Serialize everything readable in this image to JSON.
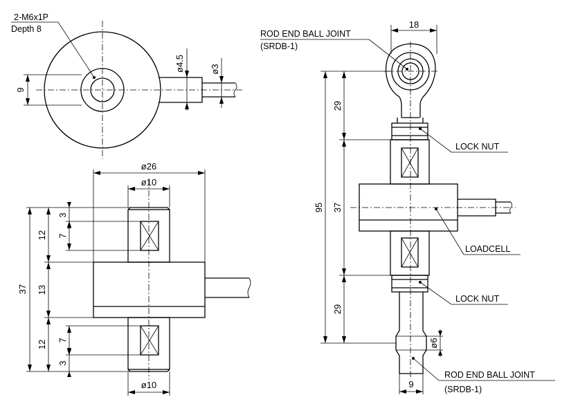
{
  "top_view": {
    "thread_note": "2-M6x1P",
    "depth_note": "Depth 8",
    "dim_height": "9",
    "dim_dia_large": "ø4.5",
    "dim_dia_small": "ø3"
  },
  "front_view": {
    "dim_body_dia": "ø26",
    "dim_top_stud_dia": "ø10",
    "dim_bottom_stud_dia": "ø10",
    "dim_total": "37",
    "dim_stud_top": "12",
    "dim_body": "13",
    "dim_stud_bottom": "12",
    "dim_gap_top": "3",
    "dim_flat_top": "7",
    "dim_flat_bottom": "7",
    "dim_gap_bottom": "3"
  },
  "assembly_view": {
    "rod_end_top_label": "ROD END BALL JOINT",
    "rod_end_top_code": "(SRDB-1)",
    "dim_eye_width": "18",
    "lock_nut_top_label": "LOCK NUT",
    "loadcell_label": "LOADCELL",
    "lock_nut_bottom_label": "LOCK NUT",
    "rod_end_bottom_label": "ROD END BALL JOINT",
    "rod_end_bottom_code": "(SRDB-1)",
    "dim_overall": "95",
    "dim_upper": "29",
    "dim_middle": "37",
    "dim_lower": "29",
    "dim_rod_dia": "ø6",
    "dim_rod_width": "9"
  }
}
